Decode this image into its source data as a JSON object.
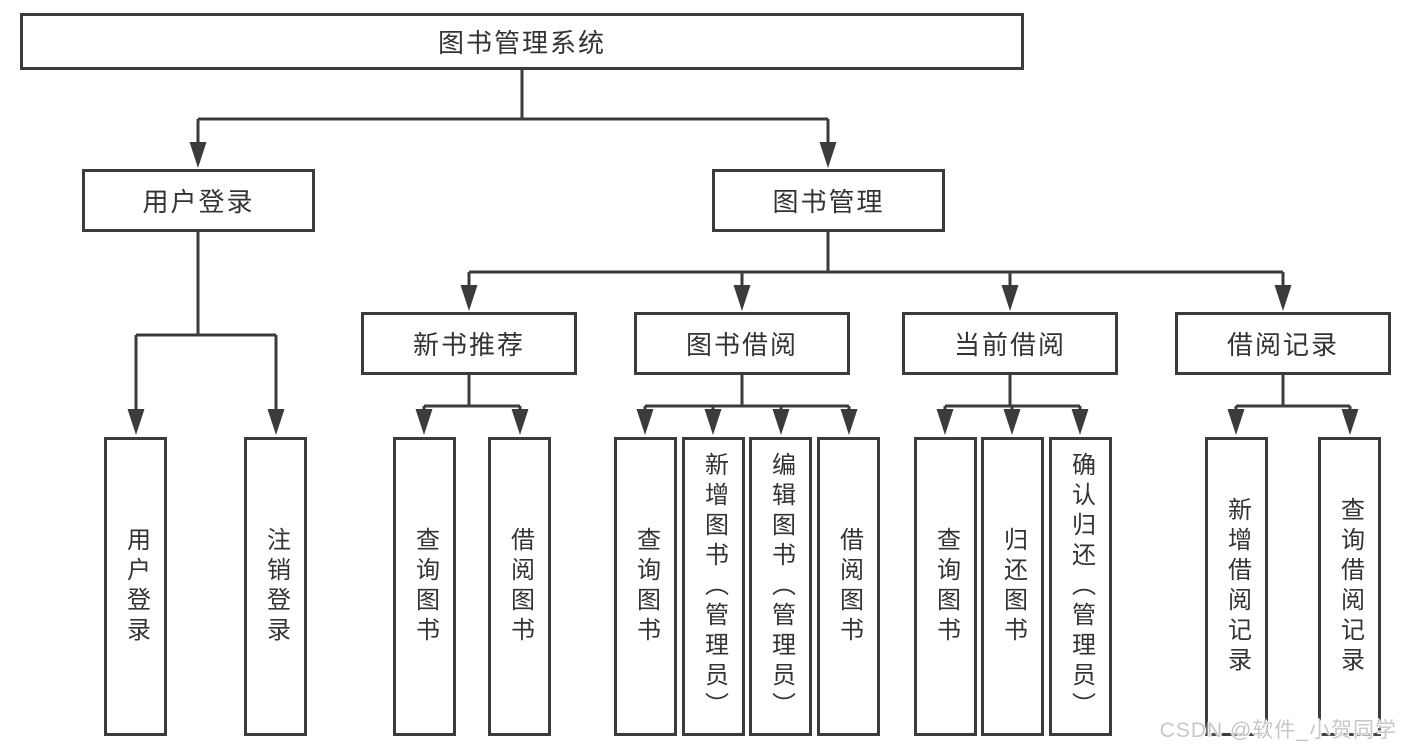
{
  "diagram_title": "图书管理系统",
  "tree": {
    "label": "图书管理系统",
    "children": [
      {
        "label": "用户登录",
        "children": [
          {
            "label": "用户登录"
          },
          {
            "label": "注销登录"
          }
        ]
      },
      {
        "label": "图书管理",
        "children": [
          {
            "label": "新书推荐",
            "children": [
              {
                "label": "查询图书"
              },
              {
                "label": "借阅图书"
              }
            ]
          },
          {
            "label": "图书借阅",
            "children": [
              {
                "label": "查询图书"
              },
              {
                "label": "新增图书（管理员）"
              },
              {
                "label": "编辑图书（管理员）"
              },
              {
                "label": "借阅图书"
              }
            ]
          },
          {
            "label": "当前借阅",
            "children": [
              {
                "label": "查询图书"
              },
              {
                "label": "归还图书"
              },
              {
                "label": "确认归还（管理员）"
              }
            ]
          },
          {
            "label": "借阅记录",
            "children": [
              {
                "label": "新增借阅记录"
              },
              {
                "label": "查询借阅记录"
              }
            ]
          }
        ]
      }
    ]
  },
  "watermark": {
    "text": "CSDN @软件_小贺同学"
  },
  "colors": {
    "line": "#3b3b3b",
    "text": "#333333",
    "background": "#ffffff",
    "watermark": "#c7c7c7"
  }
}
